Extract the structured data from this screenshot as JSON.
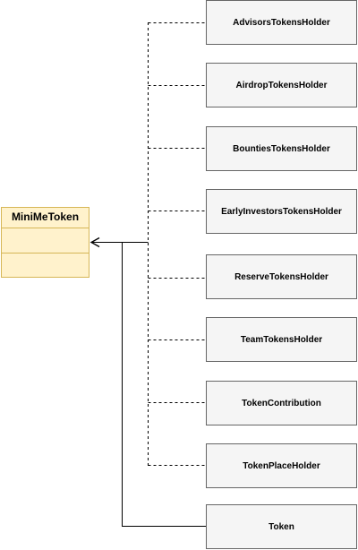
{
  "base_class": {
    "name": "MiniMeToken",
    "compartments": [
      "",
      ""
    ]
  },
  "subclasses": [
    {
      "name": "AdvisorsTokensHolder",
      "relation": "dashed"
    },
    {
      "name": "AirdropTokensHolder",
      "relation": "dashed"
    },
    {
      "name": "BountiesTokensHolder",
      "relation": "dashed"
    },
    {
      "name": "EarlyInvestorsTokensHolder",
      "relation": "dashed"
    },
    {
      "name": "ReserveTokensHolder",
      "relation": "dashed"
    },
    {
      "name": "TeamTokensHolder",
      "relation": "dashed"
    },
    {
      "name": "TokenContribution",
      "relation": "dashed"
    },
    {
      "name": "TokenPlaceHolder",
      "relation": "dashed"
    },
    {
      "name": "Token",
      "relation": "solid"
    }
  ],
  "colors": {
    "class_fill": "#fff2cc",
    "class_border": "#d6b656",
    "node_fill": "#f5f5f5",
    "node_border": "#666666",
    "line": "#000000"
  }
}
